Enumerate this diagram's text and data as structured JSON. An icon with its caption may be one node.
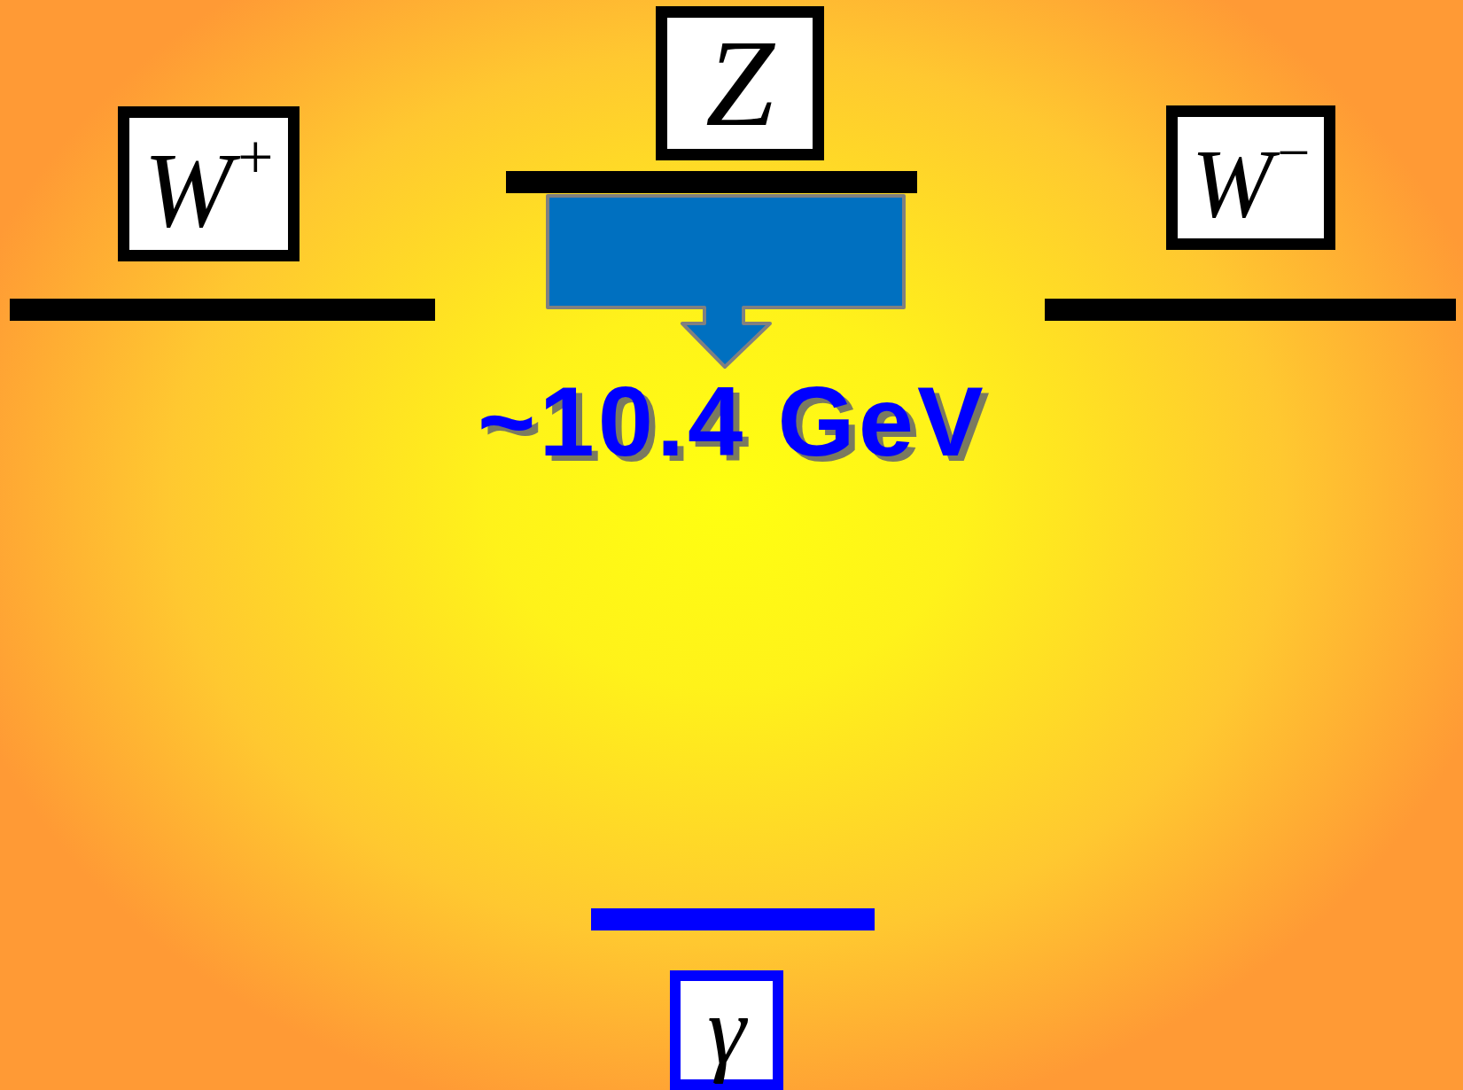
{
  "diagram": {
    "nodes": [
      {
        "text": [
          "W$^{+}$"
        ]
      },
      {
        "text": [
          "Z"
        ]
      },
      {
        "text": [
          "W$^{−}$"
        ]
      },
      {
        "text": [
          "γ"
        ]
      },
      {
        "text": [],
        "shape": "bar"
      },
      {
        "text": [],
        "shape": "bar"
      },
      {
        "text": [],
        "shape": "bar"
      },
      {
        "text": [],
        "shape": "bar"
      }
    ],
    "labels": [
      "~10.4 GeV"
    ]
  }
}
